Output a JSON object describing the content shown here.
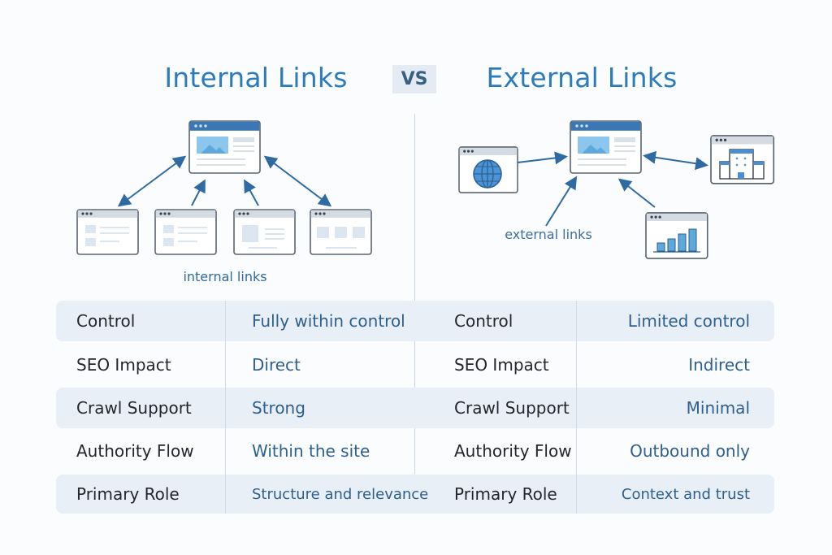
{
  "header": {
    "left_title": "Internal Links",
    "vs_label": "VS",
    "right_title": "External Links"
  },
  "diagrams": {
    "internal_caption": "internal links",
    "external_caption": "external links",
    "accent_color": "#3a78b5"
  },
  "table": {
    "rows": [
      {
        "label": "Control",
        "internal": "Fully within control",
        "external_label": "Control",
        "external": "Limited control"
      },
      {
        "label": "SEO Impact",
        "internal": "Direct",
        "external_label": "SEO Impact",
        "external": "Indirect"
      },
      {
        "label": "Crawl Support",
        "internal": "Strong",
        "external_label": "Crawl Support",
        "external": "Minimal"
      },
      {
        "label": "Authority Flow",
        "internal": "Within the site",
        "external_label": "Authority Flow",
        "external": "Outbound only"
      },
      {
        "label": "Primary Role",
        "internal": "Structure and relevance",
        "external_label": "Primary Role",
        "external": "Context and trust"
      }
    ]
  }
}
